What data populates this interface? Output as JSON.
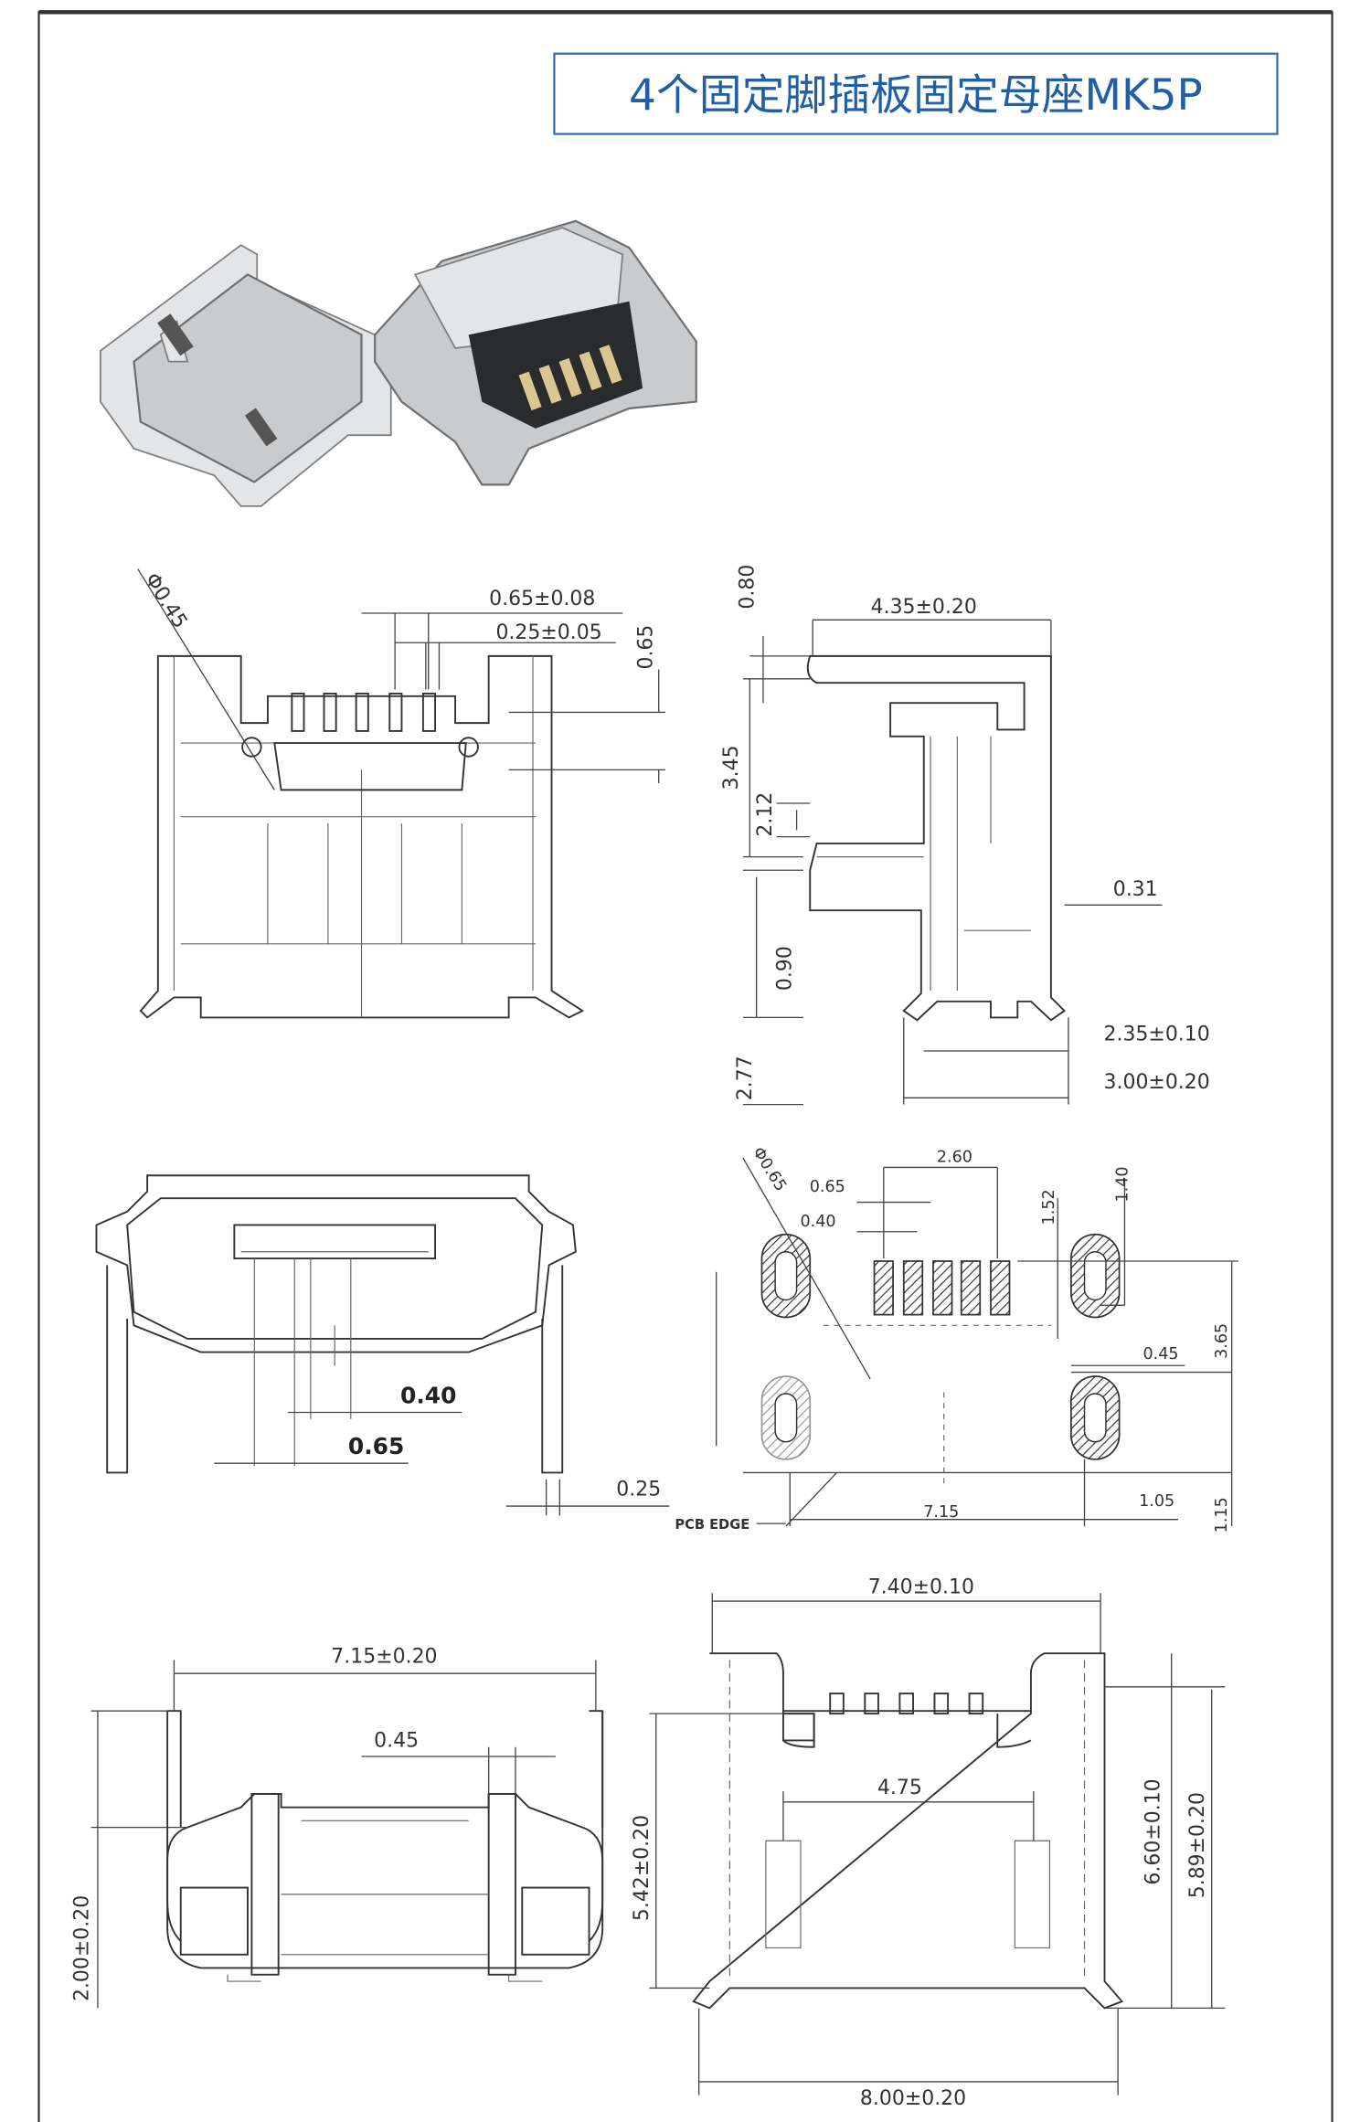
{
  "title": "4个固定脚插板固定母座MK5P",
  "colors": {
    "title": "#1f5fa6",
    "frame": "#333333",
    "line": "#333333"
  },
  "views": {
    "top_left": {
      "dia": "Φ0.45",
      "pitch": "0.65±0.08",
      "pin_width": "0.25±0.05",
      "pin_height": "0.65"
    },
    "side": {
      "d080": "0.80",
      "d435": "4.35±0.20",
      "d345": "3.45",
      "d212": "2.12",
      "d031": "0.31",
      "d090": "0.90",
      "d235": "2.35±0.10",
      "d277": "2.77",
      "d300": "3.00±0.20"
    },
    "front": {
      "d040": "0.40",
      "d065": "0.65",
      "d025": "0.25"
    },
    "pcb": {
      "dia": "Φ0.65",
      "d065": "0.65",
      "d040": "0.40",
      "d260": "2.60",
      "d152": "1.52",
      "d140": "1.40",
      "d365": "3.65",
      "d045": "0.45",
      "d105": "1.05",
      "d715": "7.15",
      "d115": "1.15",
      "pcb_edge": "PCB EDGE"
    },
    "bottom_left": {
      "d715": "7.15±0.20",
      "d045": "0.45",
      "d200": "2.00±0.20"
    },
    "bottom_right": {
      "d740": "7.40±0.10",
      "d475": "4.75",
      "d542": "5.42±0.20",
      "d660": "6.60±0.10",
      "d589": "5.89±0.20",
      "d800": "8.00±0.20"
    }
  }
}
